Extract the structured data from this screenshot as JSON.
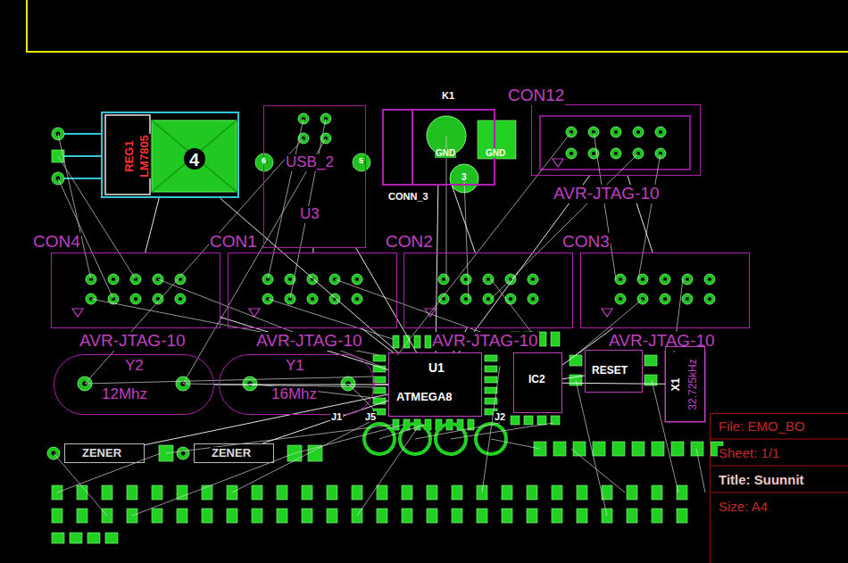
{
  "diagram": {
    "nodes": [
      {
        "text": [
          "REG1",
          "LM7805"
        ]
      },
      {
        "text": [
          "USB_2",
          "U3"
        ]
      },
      {
        "text": [
          "K1",
          "GND",
          "GND",
          "CONN_3"
        ]
      },
      {
        "text": [
          "CON12",
          "AVR-JTAG-10"
        ]
      },
      {
        "text": [
          "CON4",
          "AVR-JTAG-10"
        ]
      },
      {
        "text": [
          "CON1",
          "AVR-JTAG-10"
        ]
      },
      {
        "text": [
          "CON2",
          "AVR-JTAG-10"
        ]
      },
      {
        "text": [
          "CON3",
          "AVR-JTAG-10"
        ]
      },
      {
        "text": [
          "Y2",
          "12Mhz"
        ]
      },
      {
        "text": [
          "Y1",
          "16Mhz"
        ]
      },
      {
        "text": [
          "U1",
          "ATMEGA8"
        ]
      },
      {
        "text": [
          "IC2"
        ]
      },
      {
        "text": [
          "RESET"
        ]
      },
      {
        "text": [
          "X1",
          "32.725kHz"
        ]
      },
      {
        "text": [
          "ZENER"
        ]
      },
      {
        "text": [
          "ZENER"
        ]
      },
      {
        "text": [
          "File: EMO_BO",
          "Sheet: 1/1",
          "Title: Suunnit",
          "Size: A4"
        ]
      }
    ],
    "edges": [
      {
        "from": 0,
        "to": 4,
        "arrow": "none"
      },
      {
        "from": 0,
        "to": 10,
        "arrow": "none"
      },
      {
        "from": 1,
        "to": 5,
        "arrow": "none"
      },
      {
        "from": 1,
        "to": 10,
        "arrow": "none"
      },
      {
        "from": 2,
        "to": 6,
        "arrow": "none"
      },
      {
        "from": 2,
        "to": 10,
        "arrow": "none"
      },
      {
        "from": 3,
        "to": 10,
        "arrow": "none"
      },
      {
        "from": 3,
        "to": 7,
        "arrow": "none"
      },
      {
        "from": 4,
        "to": 10,
        "arrow": "none"
      },
      {
        "from": 5,
        "to": 10,
        "arrow": "none"
      },
      {
        "from": 6,
        "to": 10,
        "arrow": "none"
      },
      {
        "from": 7,
        "to": 11,
        "arrow": "none"
      },
      {
        "from": 8,
        "to": 10,
        "arrow": "none"
      },
      {
        "from": 9,
        "to": 10,
        "arrow": "none"
      },
      {
        "from": 12,
        "to": 11,
        "arrow": "none"
      },
      {
        "from": 13,
        "to": 11,
        "arrow": "none"
      },
      {
        "from": 14,
        "to": 10,
        "arrow": "none"
      },
      {
        "from": 15,
        "to": 10,
        "arrow": "none"
      }
    ],
    "labels": [
      "4",
      "6",
      "5",
      "3",
      "J1",
      "J5",
      "J2"
    ]
  }
}
